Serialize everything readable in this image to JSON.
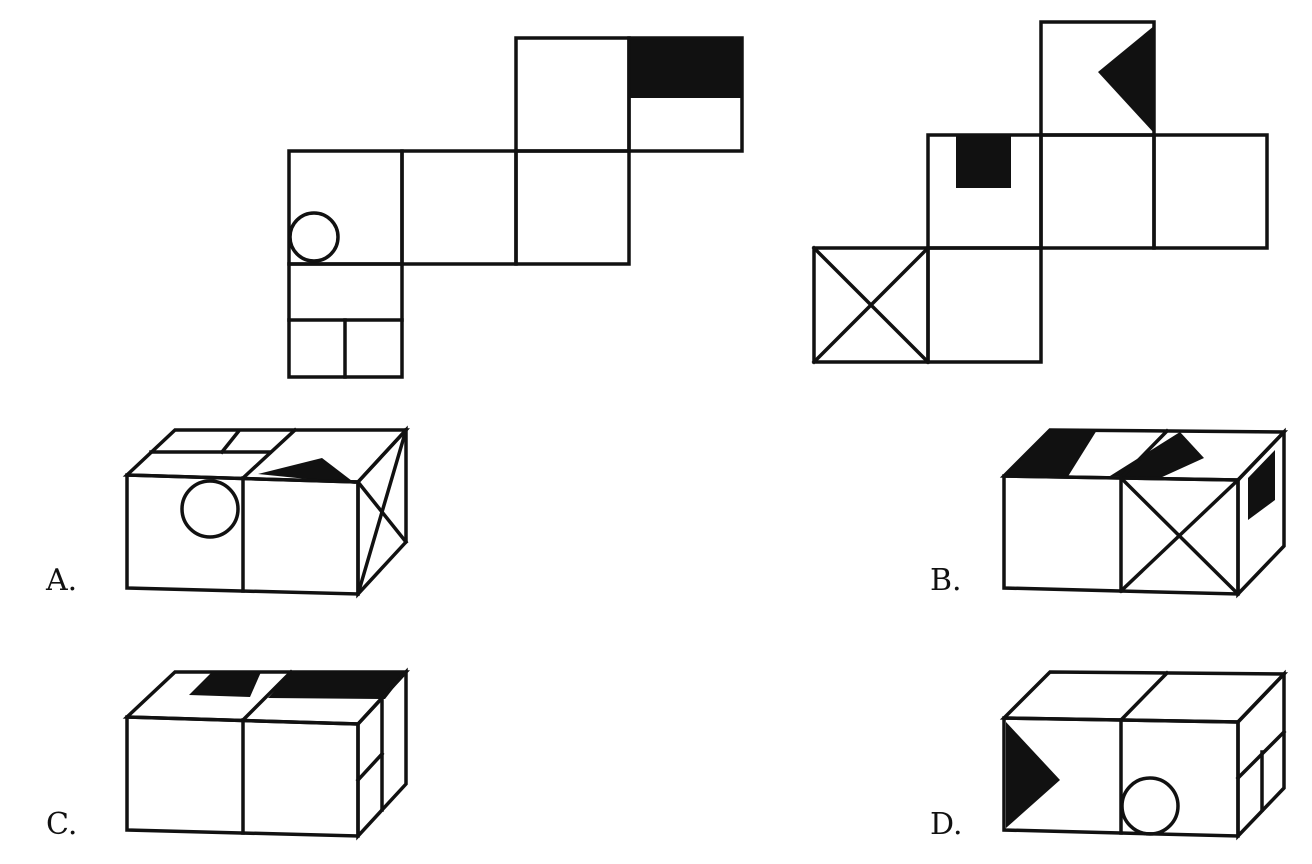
{
  "colors": {
    "ink": "#111111",
    "paper": "#ffffff"
  },
  "nets": [
    {
      "name": "net-left",
      "faces": [
        "circle",
        "blank",
        "blank",
        "blank",
        "top-black-half",
        "two-box-split"
      ]
    },
    {
      "name": "net-right",
      "faces": [
        "triangle",
        "small-black-square",
        "blank",
        "blank",
        "x-cross",
        "blank"
      ]
    }
  ],
  "options": [
    {
      "label": "A."
    },
    {
      "label": "B."
    },
    {
      "label": "C."
    },
    {
      "label": "D."
    }
  ]
}
